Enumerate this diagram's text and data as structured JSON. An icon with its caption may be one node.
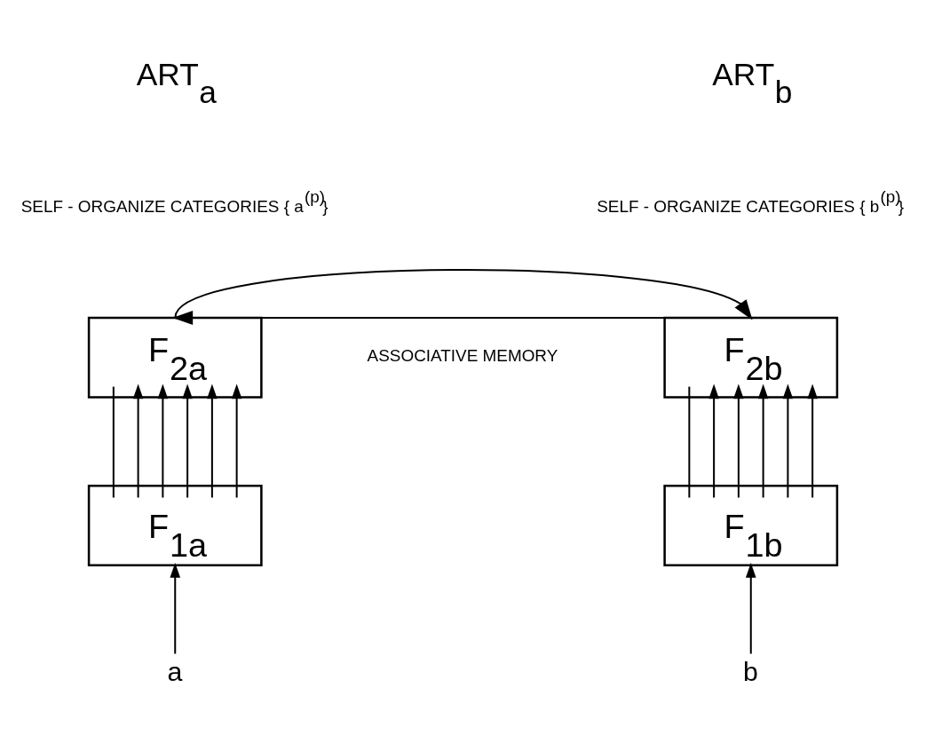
{
  "diagram": {
    "nodes": [
      {
        "text": [
          "F$_{2a}$"
        ]
      },
      {
        "text": [
          "F$_{1a}$"
        ]
      },
      {
        "text": [
          "F$_{2b}$"
        ]
      },
      {
        "text": [
          "F$_{1b}$"
        ]
      },
      {
        "text": [
          "a"
        ]
      },
      {
        "text": [
          "b"
        ]
      }
    ],
    "edges": [
      {
        "from": 4,
        "to": 1,
        "arrow": "to"
      },
      {
        "from": 5,
        "to": 3,
        "arrow": "to"
      },
      {
        "from": 0,
        "to": 2,
        "arrow": "to"
      },
      {
        "from": 2,
        "to": 0,
        "arrow": "to"
      },
      {
        "from": 0,
        "to": 1,
        "arrow": "none"
      },
      {
        "from": 1,
        "to": 0,
        "arrow": "to"
      },
      {
        "from": 1,
        "to": 0,
        "arrow": "to"
      },
      {
        "from": 1,
        "to": 0,
        "arrow": "to"
      },
      {
        "from": 1,
        "to": 0,
        "arrow": "to"
      },
      {
        "from": 1,
        "to": 0,
        "arrow": "to"
      },
      {
        "from": 2,
        "to": 3,
        "arrow": "none"
      },
      {
        "from": 3,
        "to": 2,
        "arrow": "to"
      },
      {
        "from": 3,
        "to": 2,
        "arrow": "to"
      },
      {
        "from": 3,
        "to": 2,
        "arrow": "to"
      },
      {
        "from": 3,
        "to": 2,
        "arrow": "to"
      },
      {
        "from": 3,
        "to": 2,
        "arrow": "to"
      }
    ],
    "labels": [
      "ART$_{a}$",
      "ART$_{b}$",
      "SELF - ORGANIZE CATEGORIES { a$^{(p)}$}",
      "SELF - ORGANIZE CATEGORIES { b$^{(p)}$}",
      "ASSOCIATIVE MEMORY"
    ]
  }
}
